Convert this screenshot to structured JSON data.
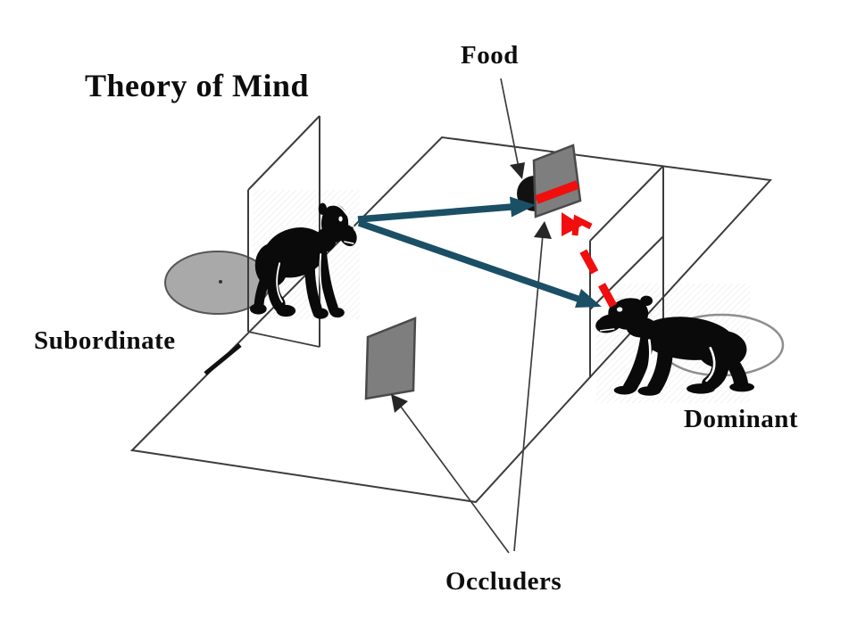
{
  "diagram": {
    "title": "Theory of Mind",
    "labels": {
      "food": "Food",
      "subordinate": "Subordinate",
      "dominant": "Dominant",
      "occluders": "Occluders"
    },
    "colors": {
      "background": "#ffffff",
      "gaze_arrow": "#1b4f66",
      "blocked_arrow": "#f10e0e",
      "occluder_fill": "#7e7e7e",
      "occluder_border": "#4a4a4a",
      "platform_fill": "#a9a9a9",
      "structure_line": "#3c3c3c",
      "food": "#111111",
      "text": "#0d0d0d"
    }
  }
}
